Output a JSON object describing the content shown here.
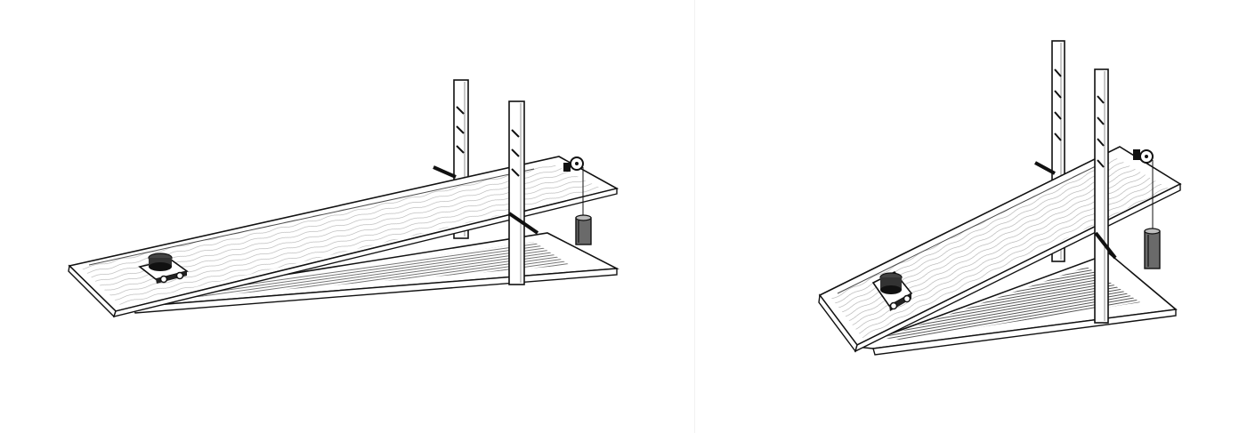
{
  "figure": {
    "panels": [
      {
        "id": "low-incline",
        "icon": "inclined-plane-apparatus-illustration"
      },
      {
        "id": "steep-incline",
        "icon": "inclined-plane-apparatus-illustration"
      }
    ],
    "colors": {
      "ink": "#111111",
      "wood": "#ffffff",
      "shade": "#9a9a9a",
      "background": "#ffffff"
    }
  }
}
